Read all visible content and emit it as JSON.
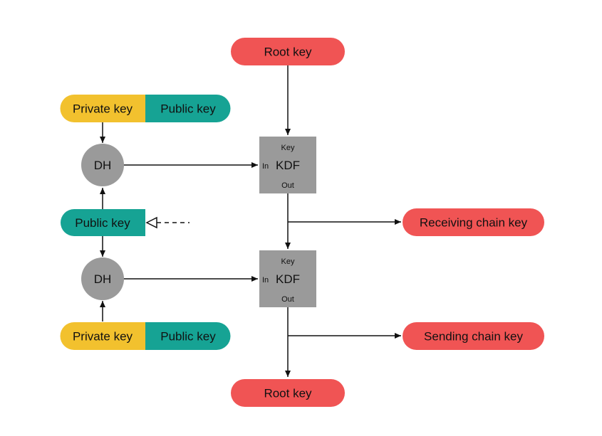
{
  "colors": {
    "red": "#f05454",
    "yellow": "#f2c12e",
    "teal": "#16a394",
    "gray": "#9a9a9a",
    "line": "#111111"
  },
  "root_key_top": "Root key",
  "root_key_bottom": "Root key",
  "keypair_top": {
    "private": "Private key",
    "public": "Public key"
  },
  "keypair_bottom": {
    "private": "Private key",
    "public": "Public key"
  },
  "public_key_middle": "Public key",
  "dh_top": "DH",
  "dh_bottom": "DH",
  "kdf_top": {
    "label": "KDF",
    "key_port": "Key",
    "in_port": "In",
    "out_port": "Out"
  },
  "kdf_bottom": {
    "label": "KDF",
    "key_port": "Key",
    "in_port": "In",
    "out_port": "Out"
  },
  "receiving_chain_key": "Receiving chain key",
  "sending_chain_key": "Sending chain key"
}
